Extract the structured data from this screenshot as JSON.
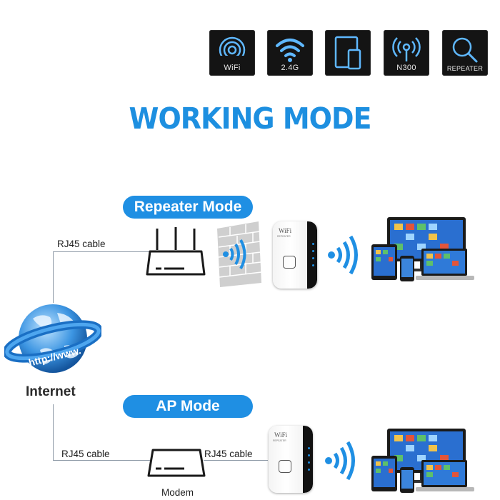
{
  "feature_badges": [
    {
      "label": "WiFi",
      "icon": "wifi-rings-icon"
    },
    {
      "label": "2.4G",
      "icon": "wifi-signal-icon"
    },
    {
      "label": "",
      "icon": "devices-icon"
    },
    {
      "label": "N300",
      "icon": "antenna-icon"
    },
    {
      "label": "REPEATER",
      "icon": "magnifier-icon"
    }
  ],
  "title": "WORKING MODE",
  "repeater_mode": {
    "label": "Repeater Mode",
    "cable_label": "RJ45 cable"
  },
  "ap_mode": {
    "label": "AP Mode",
    "cable_label_left": "RJ45 cable",
    "cable_label_right": "RJ45 cable",
    "modem_label": "Modem"
  },
  "internet": {
    "label": "Internet",
    "url_text": "http://www."
  },
  "device_brand": "WiFi",
  "device_subtext": "REPEATER",
  "colors": {
    "accent": "#1f8fe3",
    "title": "#1d8fe0",
    "badge_bg": "#141414",
    "cable": "#8d99a6"
  }
}
